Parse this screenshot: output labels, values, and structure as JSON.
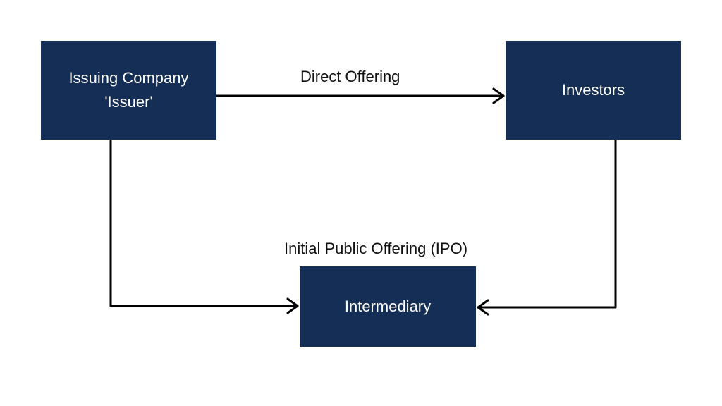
{
  "colors": {
    "node_fill": "#152e56",
    "node_text": "#ffffff",
    "line": "#000000",
    "background": "#ffffff"
  },
  "nodes": {
    "issuer": {
      "line1": "Issuing Company",
      "line2": "'Issuer'"
    },
    "investors": {
      "label": "Investors"
    },
    "intermediary": {
      "label": "Intermediary"
    }
  },
  "edges": {
    "direct_offering": {
      "label": "Direct Offering",
      "from": "issuer",
      "to": "investors"
    },
    "ipo": {
      "label": "Initial Public Offering (IPO)",
      "from": "issuer",
      "to": "intermediary"
    },
    "investors_to_intermediary": {
      "from": "investors",
      "to": "intermediary"
    }
  }
}
